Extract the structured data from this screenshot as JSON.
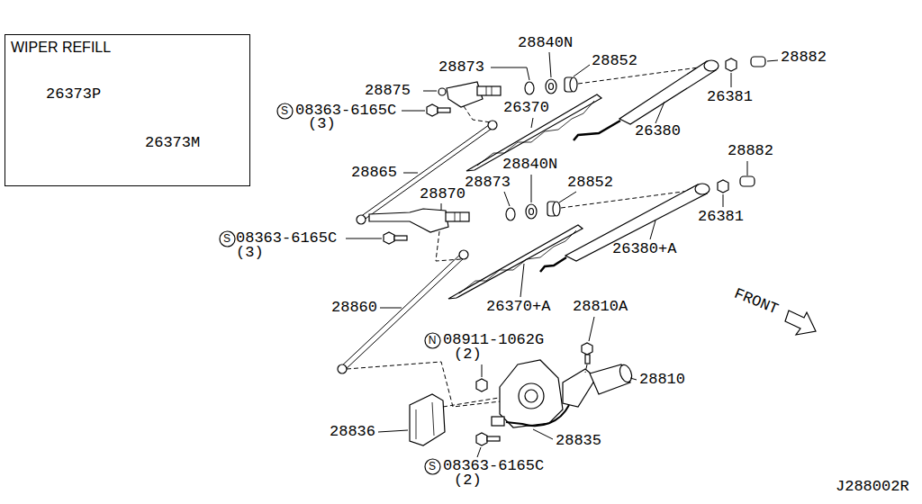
{
  "diagram": {
    "nodes": [
      {
        "text": [
          "WIPER REFILL",
          "26373P",
          "26373M"
        ]
      },
      {
        "text": [
          "S"
        ]
      },
      {
        "text": [
          "S"
        ]
      },
      {
        "text": [
          "N"
        ]
      },
      {
        "text": [
          "S"
        ]
      }
    ],
    "edges": [],
    "labels": [
      "28873",
      "28840N",
      "28852",
      "28882",
      "28875",
      "08363-6165C",
      "(3)",
      "26370",
      "26381",
      "26380",
      "28865",
      "28840N",
      "28873",
      "28852",
      "28882",
      "28870",
      "08363-6165C",
      "(3)",
      "26381",
      "26380+A",
      "28860",
      "26370+A",
      "28810A",
      "08911-1062G",
      "(2)",
      "28810",
      "FRONT",
      "28836",
      "28835",
      "08363-6165C",
      "(2)",
      "J288002R"
    ]
  }
}
